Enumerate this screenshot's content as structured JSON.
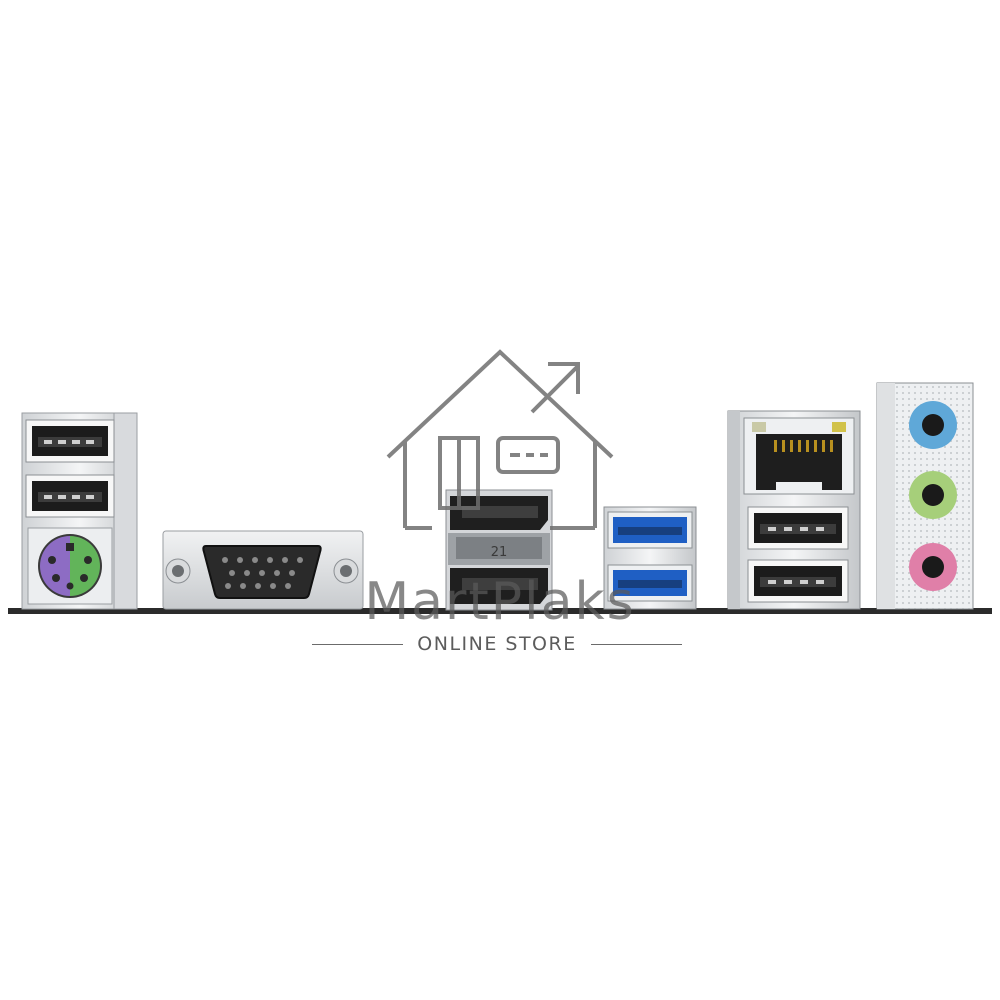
{
  "watermark": {
    "brand": "MartPlaks",
    "tagline": "ONLINE STORE",
    "logo_icon": "house-with-arrow-icon"
  },
  "panel": {
    "port_markings": {
      "displayport_stack_label": "21"
    },
    "audio_jack_colors": [
      "#5fa8d8",
      "#a6cf7a",
      "#e07fa8"
    ],
    "ps2_colors": [
      "#8d6cc4",
      "#62b45a"
    ],
    "usb3_color": "#1f5fc4"
  }
}
